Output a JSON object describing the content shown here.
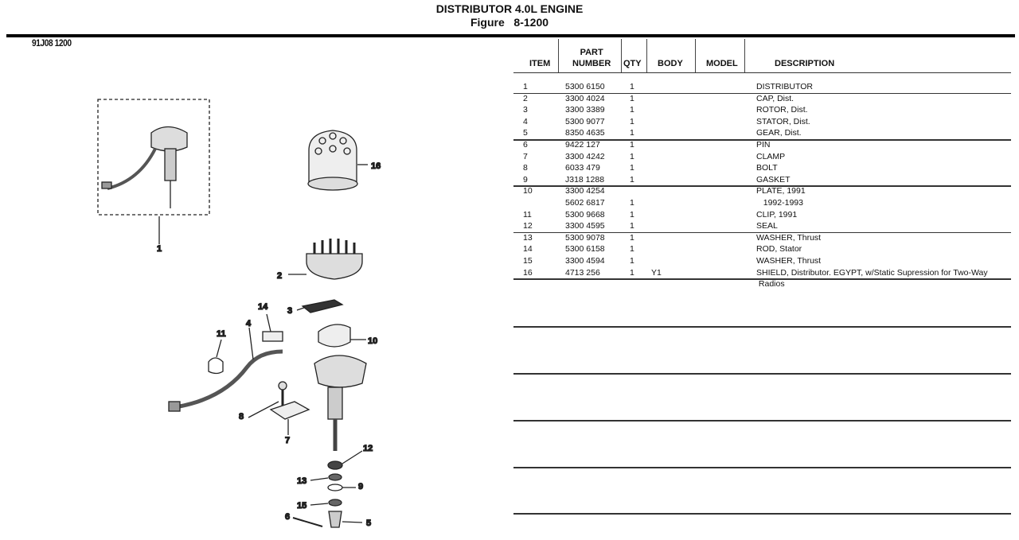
{
  "header": {
    "title": "DISTRIBUTOR 4.0L ENGINE",
    "figure": "Figure   8-1200"
  },
  "figure_id": "91J08 1200",
  "table": {
    "columns": {
      "item": "ITEM",
      "part_top": "PART",
      "part_bottom": "NUMBER",
      "qty": "QTY",
      "body": "BODY",
      "model": "MODEL",
      "description": "DESCRIPTION"
    },
    "rows": [
      {
        "item": "1",
        "part": "5300 6150",
        "qty": "1",
        "body": "",
        "model": "",
        "desc": "DISTRIBUTOR"
      },
      {
        "item": "2",
        "part": "3300 4024",
        "qty": "1",
        "body": "",
        "model": "",
        "desc": "CAP, Dist."
      },
      {
        "item": "3",
        "part": "3300 3389",
        "qty": "1",
        "body": "",
        "model": "",
        "desc": "ROTOR, Dist."
      },
      {
        "item": "4",
        "part": "5300 9077",
        "qty": "1",
        "body": "",
        "model": "",
        "desc": "STATOR, Dist."
      },
      {
        "item": "5",
        "part": "8350 4635",
        "qty": "1",
        "body": "",
        "model": "",
        "desc": "GEAR, Dist."
      },
      {
        "item": "6",
        "part": "9422 127",
        "qty": "1",
        "body": "",
        "model": "",
        "desc": "PIN"
      },
      {
        "item": "7",
        "part": "3300 4242",
        "qty": "1",
        "body": "",
        "model": "",
        "desc": "CLAMP"
      },
      {
        "item": "8",
        "part": "6033 479",
        "qty": "1",
        "body": "",
        "model": "",
        "desc": "BOLT"
      },
      {
        "item": "9",
        "part": "J318 1288",
        "qty": "1",
        "body": "",
        "model": "",
        "desc": "GASKET"
      },
      {
        "item": "10",
        "part": "3300 4254",
        "qty": "",
        "body": "",
        "model": "",
        "desc": "PLATE, 1991"
      },
      {
        "item": "",
        "part": "5602 6817",
        "qty": "1",
        "body": "",
        "model": "",
        "desc": "   1992-1993"
      },
      {
        "item": "11",
        "part": "5300 9668",
        "qty": "1",
        "body": "",
        "model": "",
        "desc": "CLIP, 1991"
      },
      {
        "item": "12",
        "part": "3300 4595",
        "qty": "1",
        "body": "",
        "model": "",
        "desc": "SEAL"
      },
      {
        "item": "13",
        "part": "5300 9078",
        "qty": "1",
        "body": "",
        "model": "",
        "desc": "WASHER, Thrust"
      },
      {
        "item": "14",
        "part": "5300 6158",
        "qty": "1",
        "body": "",
        "model": "",
        "desc": "ROD, Stator"
      },
      {
        "item": "15",
        "part": "3300 4594",
        "qty": "1",
        "body": "",
        "model": "",
        "desc": "WASHER, Thrust"
      },
      {
        "item": "16",
        "part": "4713 256",
        "qty": "1",
        "body": "Y1",
        "model": "",
        "desc": "SHIELD, Distributor. EGYPT, w/Static Supression for Two-Way"
      },
      {
        "item": "",
        "part": "",
        "qty": "",
        "body": "",
        "model": "",
        "desc": " Radios"
      }
    ]
  },
  "callouts": [
    "1",
    "16",
    "2",
    "3",
    "14",
    "11",
    "4",
    "10",
    "8",
    "7",
    "12",
    "13",
    "9",
    "15",
    "6",
    "5"
  ]
}
